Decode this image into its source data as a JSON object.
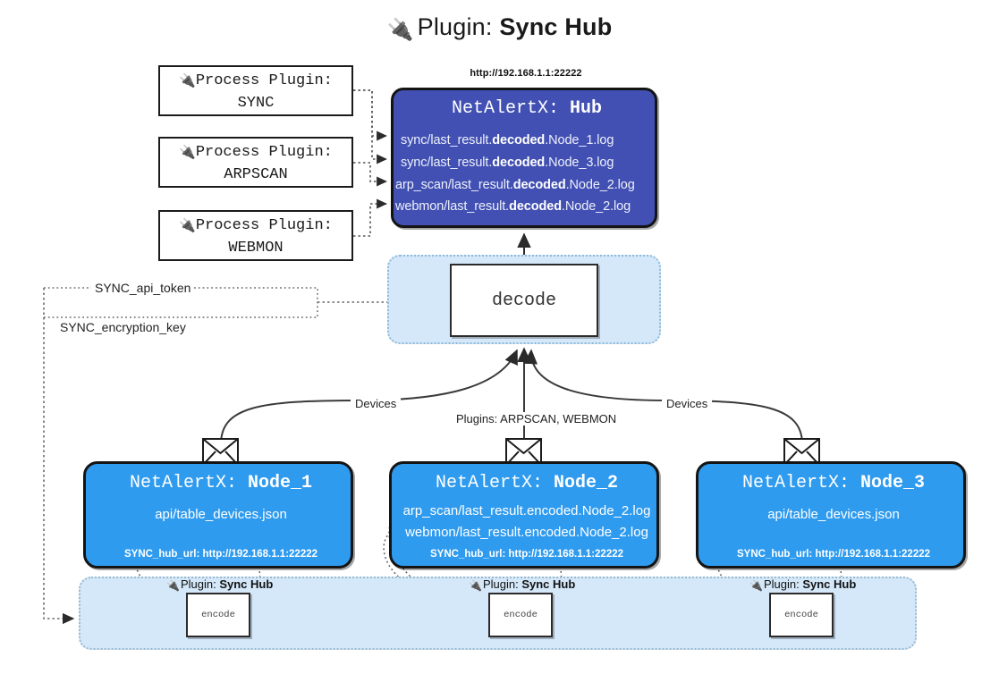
{
  "title": {
    "icon": "electric-plug-icon",
    "label": "Plugin:",
    "value": "Sync Hub"
  },
  "process_plugins": [
    {
      "icon": "electric-plug-icon",
      "label": "Process Plugin:",
      "name": "SYNC"
    },
    {
      "icon": "electric-plug-icon",
      "label": "Process Plugin:",
      "name": "ARPSCAN"
    },
    {
      "icon": "electric-plug-icon",
      "label": "Process Plugin:",
      "name": "WEBMON"
    }
  ],
  "hub": {
    "url": "http://192.168.1.1:22222",
    "title_prefix": "NetAlertX:",
    "title_name": "Hub",
    "color": "#4150b2",
    "logs": [
      {
        "pre": "sync/last_result.",
        "mid": "decoded",
        "post": ".Node_1.log"
      },
      {
        "pre": "sync/last_result.",
        "mid": "decoded",
        "post": ".Node_3.log"
      },
      {
        "pre": "arp_scan/last_result.",
        "mid": "decoded",
        "post": ".Node_2.log"
      },
      {
        "pre": "webmon/last_result.",
        "mid": "decoded",
        "post": ".Node_2.log"
      }
    ]
  },
  "decode": {
    "label": "decode",
    "panel_color": "#d4e8f9"
  },
  "tokens": [
    {
      "label": "SYNC_api_token"
    },
    {
      "label": "SYNC_encryption_key"
    }
  ],
  "edge_labels": {
    "devices_left": "Devices",
    "devices_right": "Devices",
    "plugins_center": "Plugins: ARPSCAN, WEBMON"
  },
  "nodes": [
    {
      "title_prefix": "NetAlertX:",
      "title_name": "Node_1",
      "rows": [
        "api/table_devices.json"
      ],
      "hub_url_label": "SYNC_hub_url: http://192.168.1.1:22222",
      "plugin_caption_label": "Plugin:",
      "plugin_caption_value": "Sync Hub",
      "encode_label": "encode",
      "color": "#2f9bef",
      "envelope_icon": "envelope-icon"
    },
    {
      "title_prefix": "NetAlertX:",
      "title_name": "Node_2",
      "rows": [
        "arp_scan/last_result.encoded.Node_2.log",
        "webmon/last_result.encoded.Node_2.log"
      ],
      "hub_url_label": "SYNC_hub_url: http://192.168.1.1:22222",
      "plugin_caption_label": "Plugin:",
      "plugin_caption_value": "Sync Hub",
      "encode_label": "encode",
      "color": "#2f9bef",
      "envelope_icon": "envelope-icon"
    },
    {
      "title_prefix": "NetAlertX:",
      "title_name": "Node_3",
      "rows": [
        "api/table_devices.json"
      ],
      "hub_url_label": "SYNC_hub_url: http://192.168.1.1:22222",
      "plugin_caption_label": "Plugin:",
      "plugin_caption_value": "Sync Hub",
      "encode_label": "encode",
      "color": "#2f9bef",
      "envelope_icon": "envelope-icon"
    }
  ]
}
